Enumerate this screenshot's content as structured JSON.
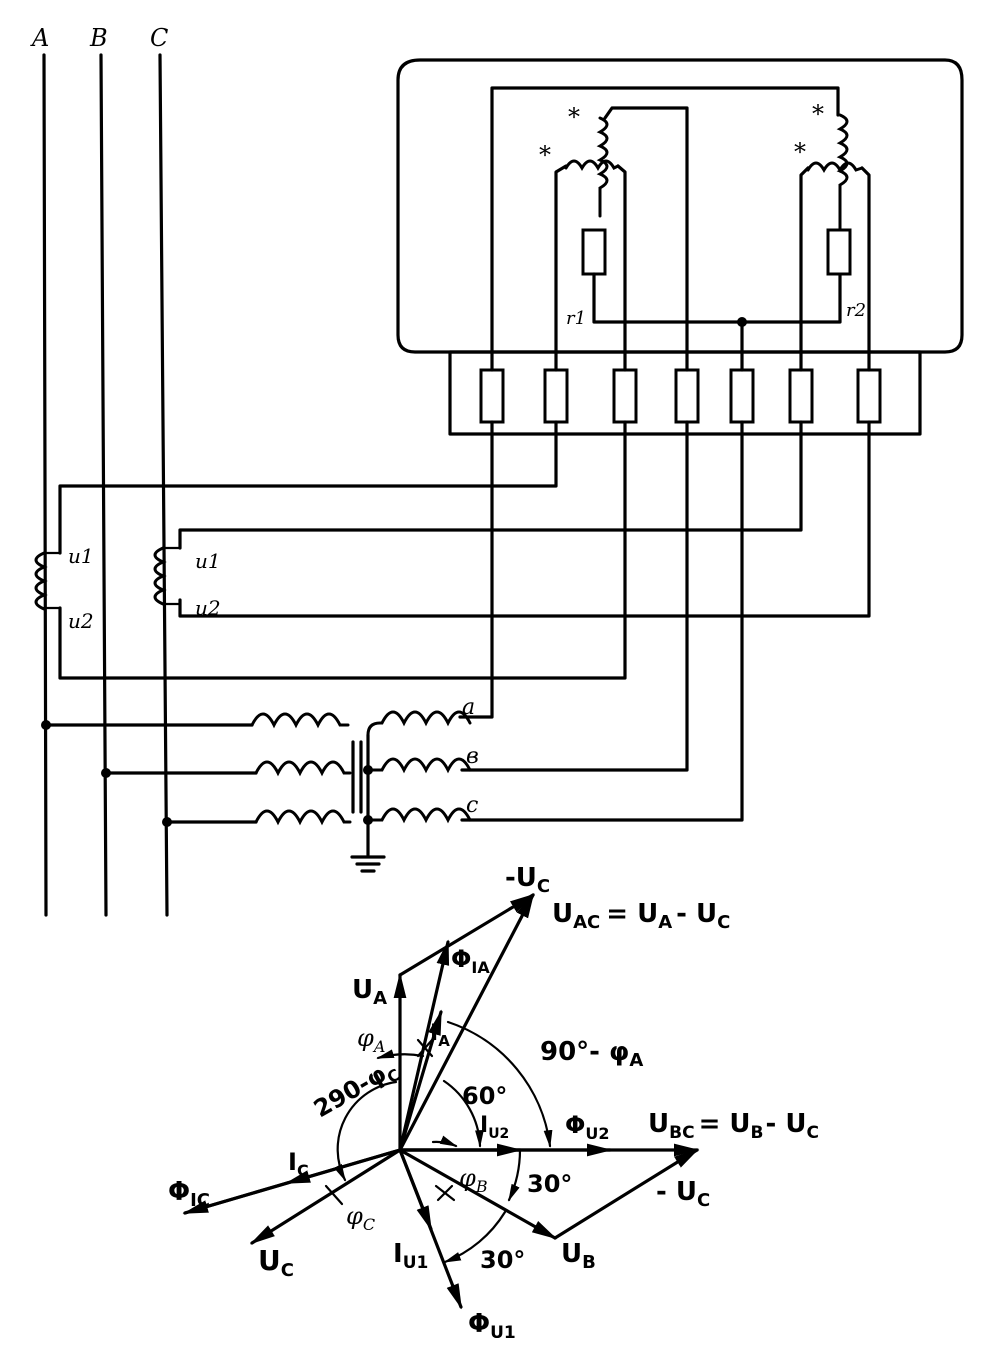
{
  "phases": [
    "A",
    "B",
    "C"
  ],
  "vt1": {
    "u1": "u1",
    "u2": "u2"
  },
  "vt2": {
    "u1": "u1",
    "u2": "u2"
  },
  "ct_terminals": [
    "a",
    "в",
    "c"
  ],
  "meter": {
    "star": "*",
    "r1": "r1",
    "r2": "r2"
  },
  "phasor_labels": {
    "minus_uc_top": "-U",
    "minus_uc_top_sub": "C",
    "uac": "U",
    "uac_sub": "AC",
    "uac_expr": "= U",
    "uac_expr_a": "A",
    "uac_expr_minus": "- U",
    "uac_expr_c": "C",
    "ua": "U",
    "ua_sub": "A",
    "phi_ia": "Φ",
    "phi_ia_sub": "IA",
    "ia": "I",
    "ia_sub": "A",
    "phi_a": "φ",
    "phi_a_sub": "A",
    "ninety_minus_phi": "90°- φ",
    "ninety_minus_phi_sub": "A",
    "two_ninety": "290-φ",
    "two_ninety_sub": "C",
    "sixty": "60°",
    "iu2": "I",
    "iu2_sub": "U2",
    "phi_u2": "Φ",
    "phi_u2_sub": "U2",
    "ubc": "U",
    "ubc_sub": "BC",
    "ubc_expr": "= U",
    "ubc_expr_b": "B",
    "ubc_expr_minus": "- U",
    "ubc_expr_c": "C",
    "ic": "I",
    "ic_sub": "C",
    "phi_b": "φ",
    "phi_b_sub": "B",
    "thirty_right": "30°",
    "minus_uc_right": "- U",
    "minus_uc_right_sub": "C",
    "phi_ic": "Φ",
    "phi_ic_sub": "IC",
    "phi_c": "φ",
    "phi_c_sub": "C",
    "uc": "U",
    "uc_sub": "C",
    "iu1": "I",
    "iu1_sub": "U1",
    "thirty_bottom": "30°",
    "ub": "U",
    "ub_sub": "B",
    "phi_u1": "Φ",
    "phi_u1_sub": "U1"
  }
}
